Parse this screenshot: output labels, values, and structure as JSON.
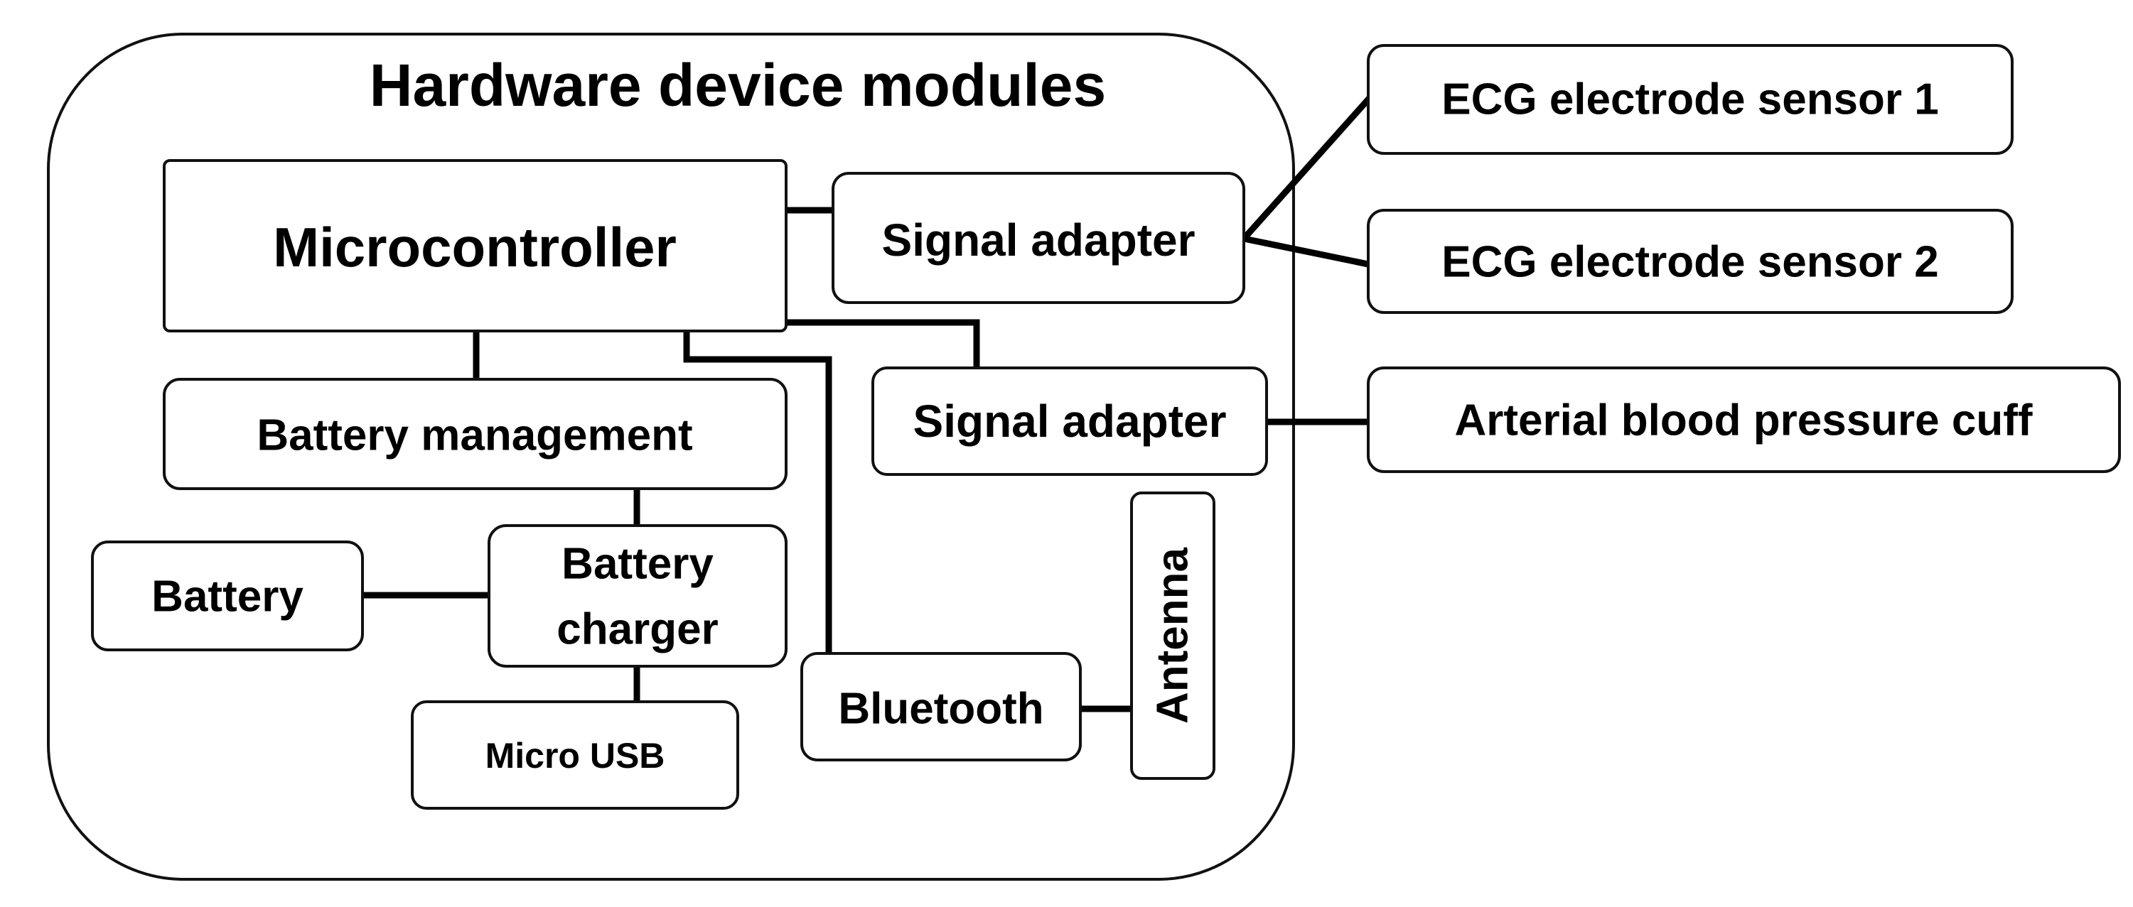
{
  "diagram": {
    "title": "Hardware device modules",
    "modules": {
      "microcontroller": "Microcontroller",
      "signal_adapter_1": "Signal adapter",
      "signal_adapter_2": "Signal adapter",
      "battery_management": "Battery management",
      "battery": "Battery",
      "battery_charger_line1": "Battery",
      "battery_charger_line2": "charger",
      "micro_usb": "Micro USB",
      "bluetooth": "Bluetooth",
      "antenna": "Antenna"
    },
    "external": {
      "ecg_sensor_1": "ECG electrode sensor 1",
      "ecg_sensor_2": "ECG electrode sensor 2",
      "blood_pressure_cuff": "Arterial blood pressure cuff"
    }
  }
}
